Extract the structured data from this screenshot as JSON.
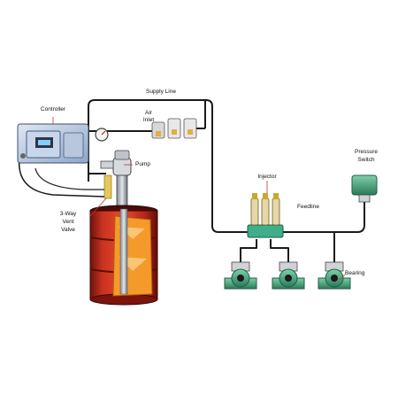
{
  "diagram": {
    "labels": {
      "supply_line": "Supply Line",
      "controller": "Controller",
      "air_inlet_1": "Air",
      "air_inlet_2": "Inlet",
      "pump": "Pump",
      "injector": "Injector",
      "pressure_switch_1": "Pressure",
      "pressure_switch_2": "Switch",
      "feedline": "Feedline",
      "vent_valve_1": "3-Way",
      "vent_valve_2": "Vent",
      "vent_valve_3": "Valve",
      "bearing": "Bearing"
    },
    "colors": {
      "pipe": "#1a1a1a",
      "drum_red": "#b8281c",
      "drum_orange": "#f08a20",
      "bearing_green": "#3c8f6c",
      "switch_green": "#2f9f5a",
      "injector_block": "#3fae8a",
      "controller_blue": "#8fa9cc"
    }
  }
}
